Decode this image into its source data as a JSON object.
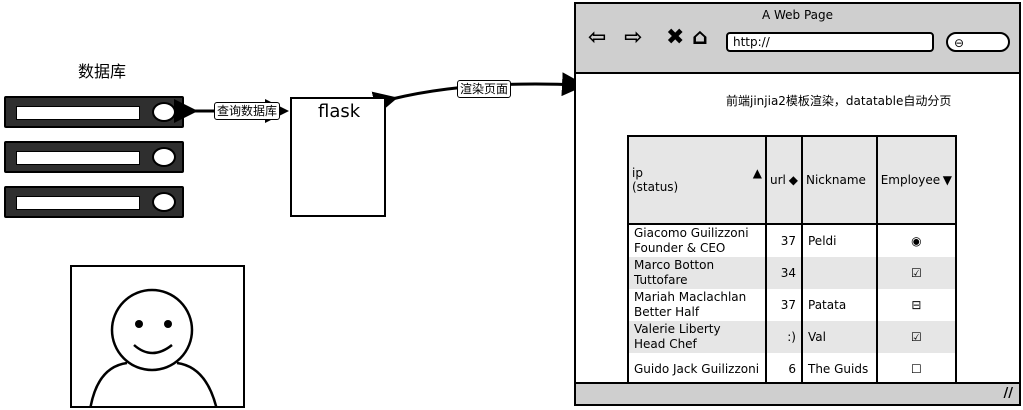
{
  "database": {
    "title": "数据库"
  },
  "flask": {
    "label": "flask"
  },
  "edges": {
    "query_db": "查询数据库",
    "render_page": "渲染页面"
  },
  "browser": {
    "title": "A Web Page",
    "url": "http://",
    "caption": "前端jinjia2模板渲染，datatable自动分页",
    "table": {
      "headers": {
        "ip": "ip\n(status)",
        "url": "url",
        "nickname": "Nickname",
        "employee": "Employee"
      },
      "sort_glyphs": {
        "ip": "▲",
        "url": "◆",
        "employee": "▼"
      },
      "rows": [
        {
          "name": "Giacomo Guilizzoni",
          "role": "Founder & CEO",
          "url": "37",
          "nickname": "Peldi",
          "employee": "◉"
        },
        {
          "name": "Marco Botton",
          "role": "Tuttofare",
          "url": "34",
          "nickname": "",
          "employee": "☑"
        },
        {
          "name": "Mariah Maclachlan",
          "role": "Better Half",
          "url": "37",
          "nickname": "Patata",
          "employee": "⊟"
        },
        {
          "name": "Valerie Liberty",
          "role": "Head Chef",
          "url": ":)",
          "nickname": "Val",
          "employee": "☑"
        },
        {
          "name": "Guido Jack Guilizzoni",
          "role": "",
          "url": "6",
          "nickname": "The Guids",
          "employee": "☐"
        }
      ]
    }
  }
}
